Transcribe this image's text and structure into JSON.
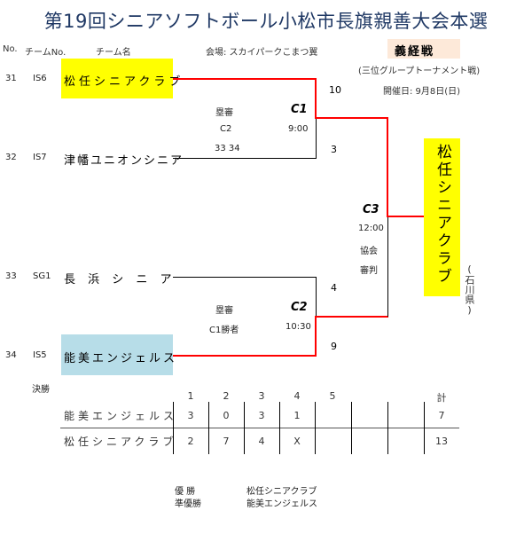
{
  "title": "第19回シニアソフトボール小松市長旗親善大会本選",
  "headers": {
    "no": "No.",
    "team_no": "チームNo.",
    "team_name": "チーム名"
  },
  "venue": "会場:  スカイパークこまつ翼",
  "bracket_name": "義経戦",
  "bracket_subtitle": "(三位グループトーナメント戦)",
  "date": "開催日:    9月8日(日)",
  "teams": [
    {
      "no": "31",
      "team_no": "IS6",
      "name": "松任シニアクラブ",
      "highlight": "#ffff00"
    },
    {
      "no": "32",
      "team_no": "IS7",
      "name": "津幡ユニオンシニア"
    },
    {
      "no": "33",
      "team_no": "SG1",
      "name": "長 浜 シ ニ ア"
    },
    {
      "no": "34",
      "team_no": "IS5",
      "name": "能美エンジェルス",
      "highlight": "#b7dde8"
    }
  ],
  "games": {
    "c1": {
      "court": "C1",
      "umpire_label": "塁審",
      "umpire": "C2",
      "umpire_teams": "33 34",
      "time": "9:00",
      "score_top": "10",
      "score_bottom": "3"
    },
    "c2": {
      "court": "C2",
      "umpire_label": "塁審",
      "umpire": "C1勝者",
      "time": "10:30",
      "score_top": "4",
      "score_bottom": "9"
    },
    "c3": {
      "court": "C3",
      "time": "12:00",
      "umpire_line1": "協会",
      "umpire_line2": "審判"
    }
  },
  "winner": {
    "name": "松任シニアクラブ",
    "prefecture": "(石川県)"
  },
  "final": {
    "label": "決勝",
    "innings": [
      "1",
      "2",
      "3",
      "4",
      "5",
      "",
      ""
    ],
    "total_label": "計",
    "rows": [
      {
        "team": "能美エンジェルス",
        "scores": [
          "3",
          "0",
          "3",
          "1",
          "",
          "",
          ""
        ],
        "total": "7"
      },
      {
        "team": "松任シニアクラブ",
        "scores": [
          "2",
          "7",
          "4",
          "X",
          "",
          "",
          ""
        ],
        "total": "13"
      }
    ]
  },
  "results": {
    "champion_label": "優  勝",
    "champion": "松任シニアクラブ",
    "runner_up_label": "準優勝",
    "runner_up": "能美エンジェルス"
  },
  "colors": {
    "winner_line": "#ff0000",
    "title": "#1f3864",
    "highlight_yellow": "#ffff00",
    "highlight_blue": "#b7dde8",
    "bracket_tag": "#fde9d9"
  }
}
